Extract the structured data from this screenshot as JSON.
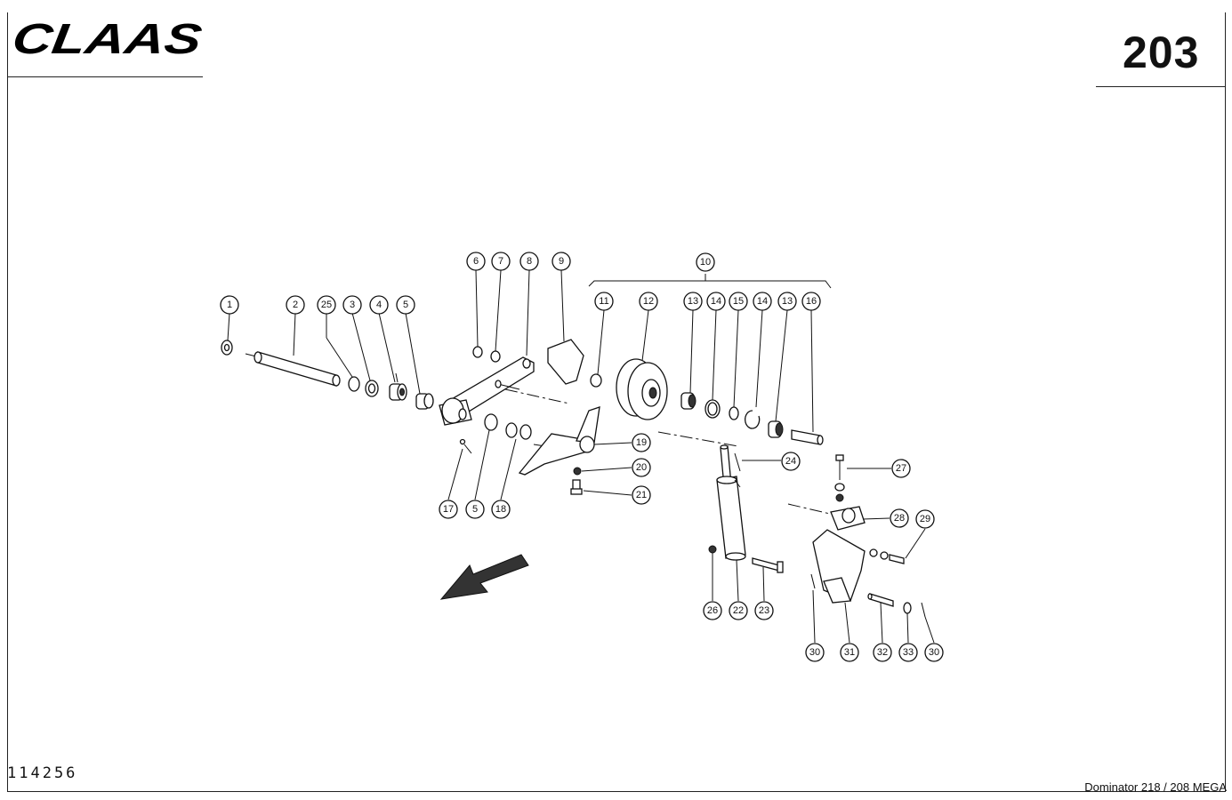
{
  "header": {
    "brand": "CLAAS",
    "page_number": "203"
  },
  "footer": {
    "drawing_number": "114256",
    "model": "Dominator 218 / 208 MEGA"
  },
  "callouts": [
    {
      "id": "c1",
      "label": "1"
    },
    {
      "id": "c2",
      "label": "2"
    },
    {
      "id": "c25",
      "label": "25"
    },
    {
      "id": "c3",
      "label": "3"
    },
    {
      "id": "c4",
      "label": "4"
    },
    {
      "id": "c5a",
      "label": "5"
    },
    {
      "id": "c6",
      "label": "6"
    },
    {
      "id": "c7",
      "label": "7"
    },
    {
      "id": "c8",
      "label": "8"
    },
    {
      "id": "c9",
      "label": "9"
    },
    {
      "id": "c10",
      "label": "10"
    },
    {
      "id": "c11",
      "label": "11"
    },
    {
      "id": "c12",
      "label": "12"
    },
    {
      "id": "c13a",
      "label": "13"
    },
    {
      "id": "c14a",
      "label": "14"
    },
    {
      "id": "c15",
      "label": "15"
    },
    {
      "id": "c14b",
      "label": "14"
    },
    {
      "id": "c13b",
      "label": "13"
    },
    {
      "id": "c16",
      "label": "16"
    },
    {
      "id": "c19",
      "label": "19"
    },
    {
      "id": "c20",
      "label": "20"
    },
    {
      "id": "c21",
      "label": "21"
    },
    {
      "id": "c17",
      "label": "17"
    },
    {
      "id": "c5b",
      "label": "5"
    },
    {
      "id": "c18",
      "label": "18"
    },
    {
      "id": "c24",
      "label": "24"
    },
    {
      "id": "c27",
      "label": "27"
    },
    {
      "id": "c28",
      "label": "28"
    },
    {
      "id": "c29",
      "label": "29"
    },
    {
      "id": "c26",
      "label": "26"
    },
    {
      "id": "c22",
      "label": "22"
    },
    {
      "id": "c23",
      "label": "23"
    },
    {
      "id": "c30a",
      "label": "30"
    },
    {
      "id": "c31",
      "label": "31"
    },
    {
      "id": "c32",
      "label": "32"
    },
    {
      "id": "c33",
      "label": "33"
    },
    {
      "id": "c30b",
      "label": "30"
    }
  ]
}
